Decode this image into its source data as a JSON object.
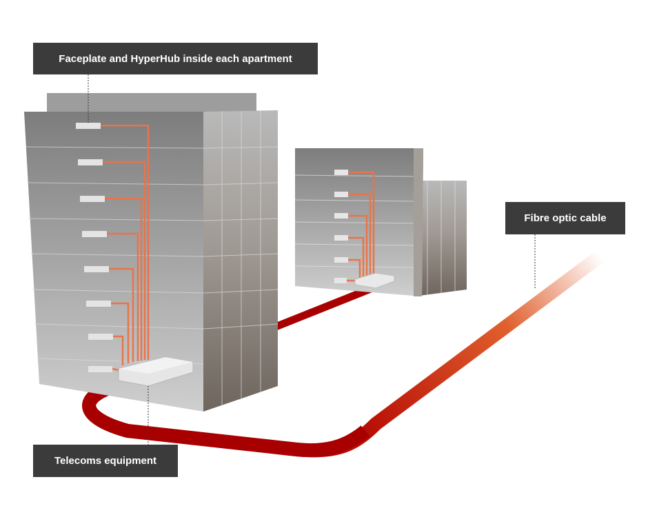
{
  "labels": {
    "faceplate": "Faceplate and HyperHub inside each apartment",
    "fibre": "Fibre optic cable",
    "telecoms": "Telecoms equipment"
  },
  "colors": {
    "label_bg": "#3b3b3b",
    "cable_red": "#a80000",
    "riser_orange": "#e8744a",
    "building_grey": "#9a9a9a"
  }
}
